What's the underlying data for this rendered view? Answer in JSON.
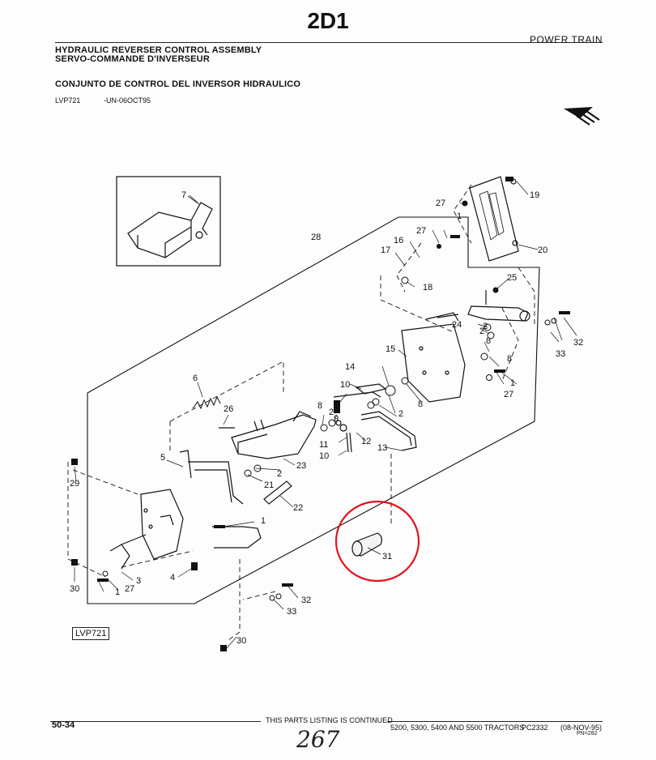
{
  "header": {
    "page_title": "2D1",
    "section": "POWER TRAIN",
    "title_en": "HYDRAULIC REVERSER CONTROL ASSEMBLY",
    "title_fr": "SERVO-COMMANDE D'INVERSEUR",
    "title_es": "CONJUNTO DE CONTROL DEL INVERSOR HIDRAULICO",
    "illustration_code": "LVP721",
    "un_code": "-UN-06OCT95"
  },
  "diagram": {
    "box_label": "LVP721",
    "highlight_color": "#e0141e",
    "callouts": [
      "1",
      "1",
      "1",
      "1",
      "2",
      "2",
      "2",
      "2",
      "2",
      "3",
      "4",
      "5",
      "6",
      "7",
      "8",
      "8",
      "8",
      "8",
      "9",
      "10",
      "10",
      "11",
      "12",
      "13",
      "14",
      "15",
      "16",
      "17",
      "18",
      "19",
      "20",
      "21",
      "22",
      "23",
      "24",
      "25",
      "26",
      "27",
      "27",
      "27",
      "27",
      "28",
      "29",
      "30",
      "30",
      "31",
      "32",
      "32",
      "33",
      "33"
    ]
  },
  "footer": {
    "page_number": "50-34",
    "continued_note": "THIS PARTS LISTING IS CONTINUED",
    "tractor_models": "5200, 5300, 5400 AND 5500 TRACTORS",
    "pc_number": "PC2332",
    "date_code": "(08-NOV-95)",
    "pn_code": "PN=282",
    "handwritten_note": "267"
  }
}
